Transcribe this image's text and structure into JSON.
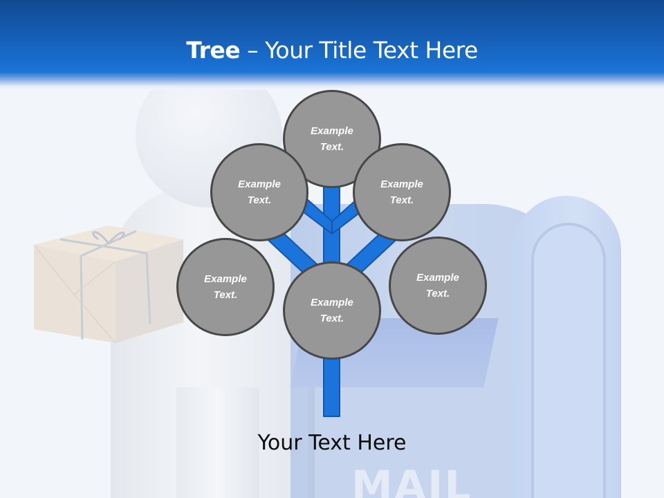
{
  "slide": {
    "title_bold": "Tree",
    "title_rest": " – Your Title Text Here",
    "footer_text": "Your Text Here",
    "background_label": "MAIL"
  },
  "tree": {
    "nodes": [
      {
        "id": "top",
        "line1": "Example",
        "line2": "Text."
      },
      {
        "id": "upper-left",
        "line1": "Example",
        "line2": "Text."
      },
      {
        "id": "upper-right",
        "line1": "Example",
        "line2": "Text."
      },
      {
        "id": "lower-left",
        "line1": "Example",
        "line2": "Text."
      },
      {
        "id": "center",
        "line1": "Example",
        "line2": "Text."
      },
      {
        "id": "lower-right",
        "line1": "Example",
        "line2": "Text."
      }
    ]
  },
  "colors": {
    "header_dark": "#114a91",
    "header_light": "#1a74d6",
    "branch_fill": "#1b74dc",
    "branch_stroke": "#1456a8",
    "node_fill": "#979797",
    "node_border": "#474747",
    "node_text": "#ffffff"
  }
}
